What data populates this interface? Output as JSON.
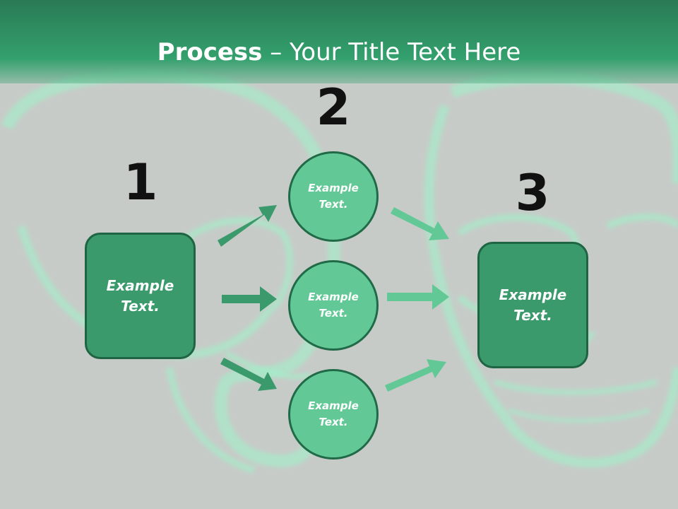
{
  "title": {
    "bold": "Process",
    "dash": " – ",
    "rest": "Your Title Text Here"
  },
  "steps": [
    {
      "number": "1",
      "label": "Example Text."
    },
    {
      "number": "2",
      "items": [
        {
          "label": "Example Text."
        },
        {
          "label": "Example Text."
        },
        {
          "label": "Example Text."
        }
      ]
    },
    {
      "number": "3",
      "label": "Example Text."
    }
  ],
  "colors": {
    "header": "#33a06d",
    "box_fill": "#3a9a6c",
    "circle_fill": "#62c996",
    "arrow_dark": "#3a9a6c",
    "arrow_light": "#62c996",
    "background": "#c7cbc8"
  }
}
